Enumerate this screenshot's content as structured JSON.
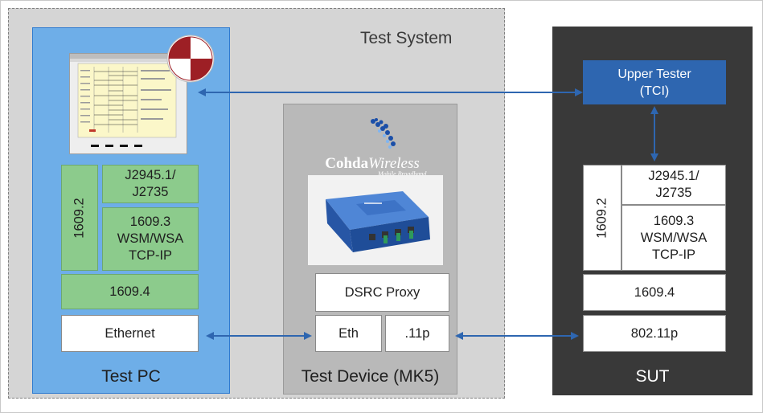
{
  "test_system": {
    "title": "Test System"
  },
  "test_pc": {
    "label": "Test PC",
    "stack": {
      "top": "J2945.1/\nJ2735",
      "side": "1609.2",
      "middle": "1609.3\nWSM/WSA\nTCP-IP",
      "wide": "1609.4",
      "bottom": "Ethernet"
    }
  },
  "test_device": {
    "label": "Test Device (MK5)",
    "logo_brand": "Cohda",
    "logo_suffix": "Wireless",
    "logo_tagline": "Mobile Broadband",
    "proxy": "DSRC Proxy",
    "eth": "Eth",
    "p11": ".11p"
  },
  "sut": {
    "label": "SUT",
    "upper_tester": "Upper Tester\n(TCI)",
    "stack": {
      "top": "J2945.1/\nJ2735",
      "side": "1609.2",
      "middle": "1609.3\nWSM/WSA\nTCP-IP",
      "wide": "1609.4",
      "bottom": "802.11p"
    }
  },
  "colors": {
    "test_pc_bg": "#6eaee8",
    "green_layer": "#8ccb8c",
    "sut_bg": "#393939",
    "upper_tester": "#2e66b0",
    "arrow": "#2e66b0"
  },
  "icons": [
    "logo-badge-icon",
    "protocol-trace-window-icon",
    "cohda-signal-icon",
    "mk5-device-image"
  ]
}
